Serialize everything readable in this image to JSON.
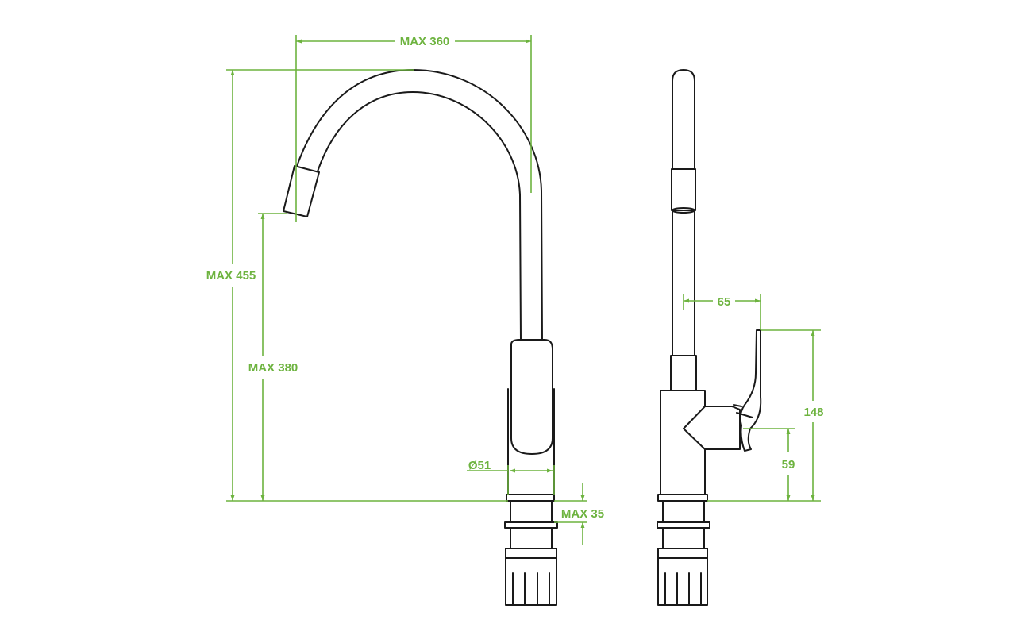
{
  "colors": {
    "dimension": "#6db33f",
    "outline": "#1a1a1a",
    "background": "#ffffff"
  },
  "dimensions": {
    "spout_reach": "MAX 360",
    "total_height": "MAX 455",
    "spout_height": "MAX 380",
    "base_diameter": "Ø51",
    "mount_thickness": "MAX 35",
    "lever_offset": "65",
    "lever_height": "148",
    "lever_base_height": "59"
  }
}
